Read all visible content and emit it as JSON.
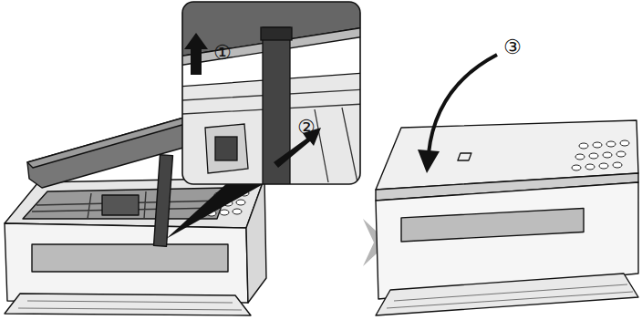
{
  "diagram": {
    "labels": [
      "①",
      "②",
      "③"
    ]
  }
}
